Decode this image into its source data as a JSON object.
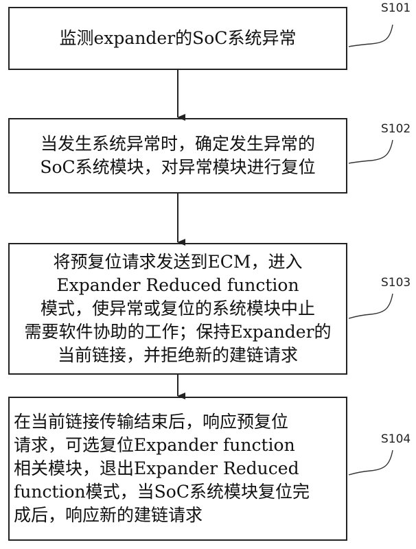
{
  "steps": [
    {
      "id": "S101",
      "lines": [
        "监测expander的SoC系统异常"
      ]
    },
    {
      "id": "S102",
      "lines": [
        "当发生系统异常时，确定发生异常的",
        "SoC系统模块，对异常模块进行复位"
      ]
    },
    {
      "id": "S103",
      "lines": [
        "将预复位请求发送到ECM，进入",
        "Expander Reduced function",
        "模式，使异常或复位的系统模块中止",
        "需要软件协助的工作；保持Expander的",
        "当前链接，并拒绝新的建链请求"
      ]
    },
    {
      "id": "S104",
      "lines": [
        "在当前链接传输结束后，响应预复位",
        "请求，可选复位Expander function",
        "相关模块，退出Expander Reduced",
        "function模式，当SoC系统模块复位完",
        "成后，响应新的建链请求"
      ]
    }
  ]
}
